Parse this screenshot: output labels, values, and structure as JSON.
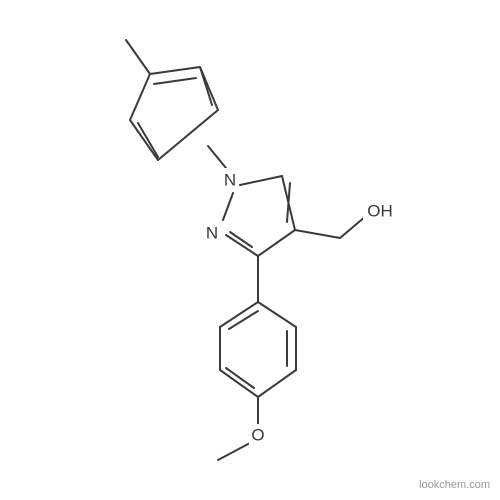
{
  "atoms": {
    "n1": "N",
    "n2": "N",
    "hydroxyl": "OH",
    "ether_oxygen": "O"
  },
  "watermark": "lookchem.com"
}
